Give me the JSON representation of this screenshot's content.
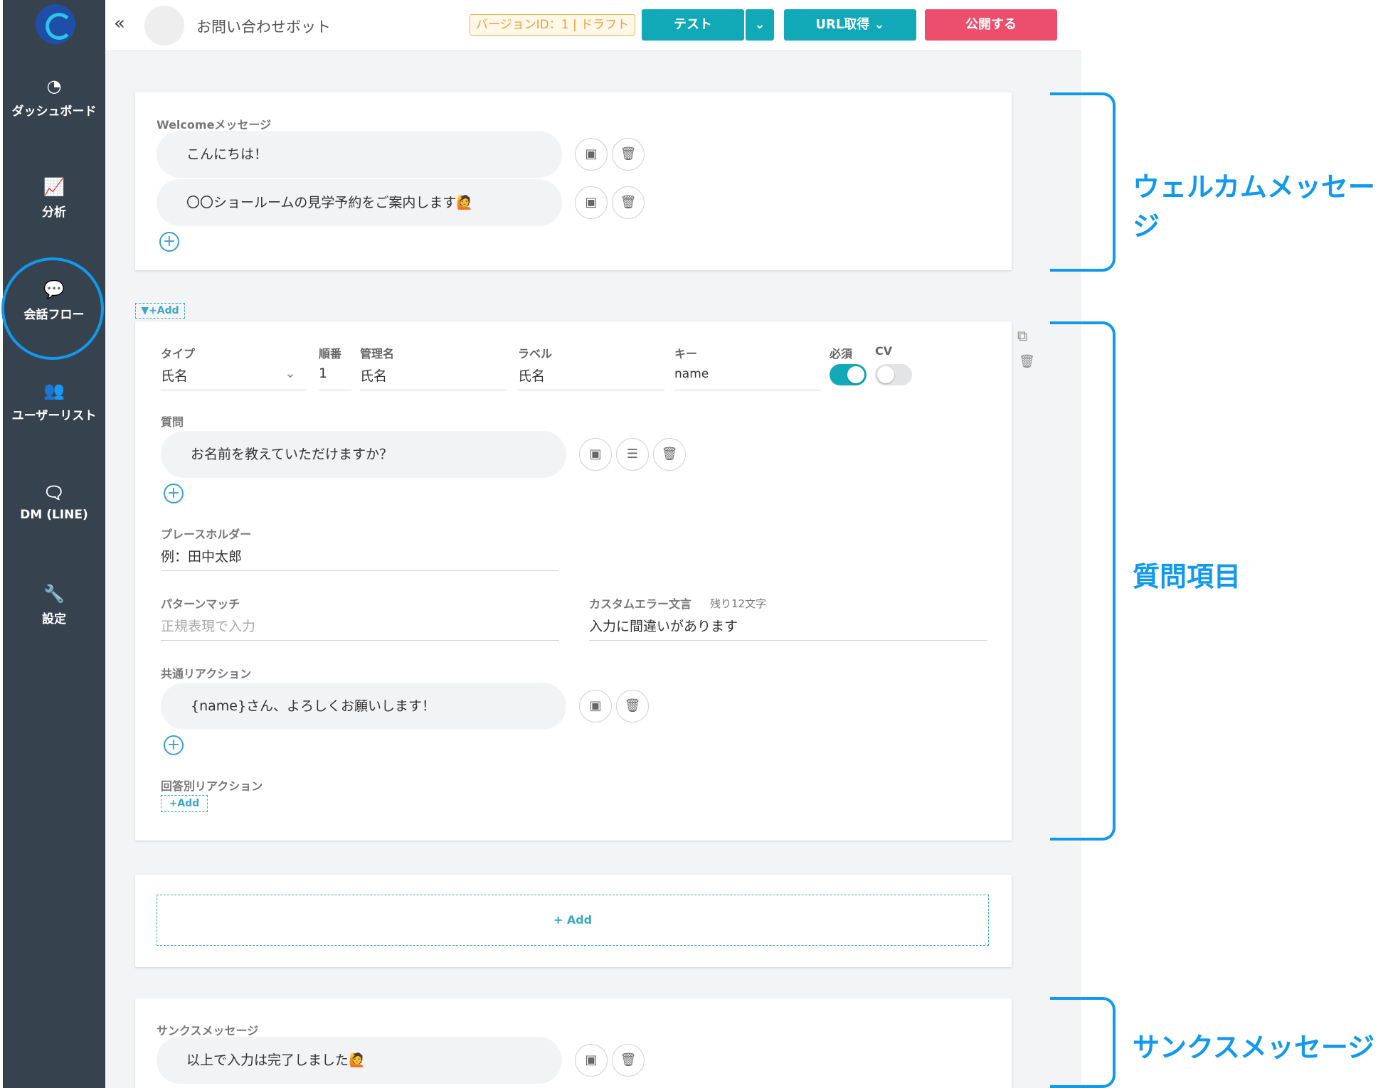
{
  "sidebar": {
    "items": [
      {
        "label": "ダッシュボード",
        "icon": "dashboard-icon",
        "glyph": "◔"
      },
      {
        "label": "分析",
        "icon": "chart-icon",
        "glyph": "📈"
      },
      {
        "label": "会話フロー",
        "icon": "chat-bubble-icon",
        "glyph": "💬",
        "active": true
      },
      {
        "label": "ユーザーリスト",
        "icon": "users-icon",
        "glyph": "👥"
      },
      {
        "label": "DM (LINE)",
        "icon": "dm-icon",
        "glyph": "🗨"
      },
      {
        "label": "設定",
        "icon": "wrench-icon",
        "glyph": "🔧"
      }
    ]
  },
  "header": {
    "collapse_glyph": "«",
    "bot_name": "お問い合わせボット",
    "version": "バージョンID：1 | ドラフト",
    "test_label": "テスト",
    "dropdown_glyph": "⌄",
    "url_label": "URL取得 ⌄",
    "publish_label": "公開する"
  },
  "welcome": {
    "label": "Welcomeメッセージ",
    "messages": [
      "こんにちは！",
      "〇〇ショールームの見学予約をご案内します🙋"
    ]
  },
  "filter_add": "▼+Add",
  "question": {
    "headers": {
      "type": "タイプ",
      "order": "順番",
      "admin_name": "管理名",
      "label": "ラベル",
      "key": "キー",
      "required": "必須",
      "cv": "CV"
    },
    "values": {
      "type": "氏名",
      "order": "1",
      "admin_name": "氏名",
      "label": "氏名",
      "key": "name"
    },
    "required_on": true,
    "cv_on": false,
    "question_label": "質問",
    "question_text": "お名前を教えていただけますか？",
    "placeholder_label": "プレースホルダー",
    "placeholder_value": "例：田中太郎",
    "pattern_label": "パターンマッチ",
    "pattern_placeholder": "正規表現で入力",
    "custom_error_label": "カスタムエラー文言",
    "custom_error_remaining": "残り12文字",
    "custom_error_value": "入力に間違いがあります",
    "common_reaction_label": "共通リアクション",
    "common_reaction_text": "{name}さん、よろしくお願いします！",
    "answer_reaction_label": "回答別リアクション",
    "answer_reaction_add": "+Add"
  },
  "add_block": "+ Add",
  "thanks": {
    "label": "サンクスメッセージ",
    "message": "以上で入力は完了しました🙋"
  },
  "annotations": {
    "welcome": "ウェルカムメッセージ",
    "question": "質問項目",
    "thanks": "サンクスメッセージ"
  },
  "colors": {
    "accent": "#11a9b7",
    "publish": "#ec4e6d",
    "annotation": "#1199ee",
    "sidebar": "#37424f"
  }
}
